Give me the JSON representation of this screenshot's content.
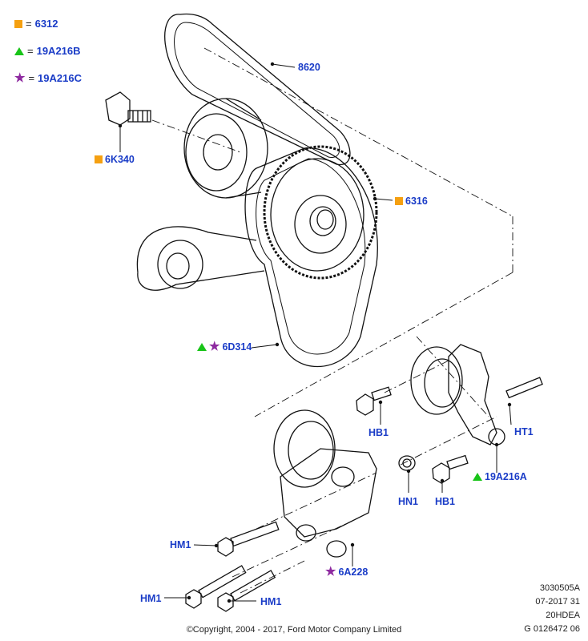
{
  "legend": [
    {
      "symbol": "square",
      "code": "6312"
    },
    {
      "symbol": "triangle",
      "code": "19A216B"
    },
    {
      "symbol": "star",
      "code": "19A216C"
    }
  ],
  "legend_eq": "=",
  "labels": {
    "p8620": "8620",
    "p6K340": "6K340",
    "p6316": "6316",
    "p6D314": "6D314",
    "pHB1a": "HB1",
    "pHT1": "HT1",
    "p19A216A": "19A216A",
    "pHN1": "HN1",
    "pHB1b": "HB1",
    "pHM1a": "HM1",
    "p6A228": "6A228",
    "pHM1b": "HM1",
    "pHM1c": "HM1"
  },
  "meta": {
    "line1": "3030505A",
    "line2": "07-2017 31",
    "line3": "20HDEA",
    "line4": "G 0126472 06"
  },
  "copyright": "©Copyright, 2004 - 2017, Ford Motor Company Limited",
  "colors": {
    "label": "#1a3cc7",
    "square": "#f5a011",
    "triangle": "#18c418",
    "star": "#8e2aa0"
  }
}
